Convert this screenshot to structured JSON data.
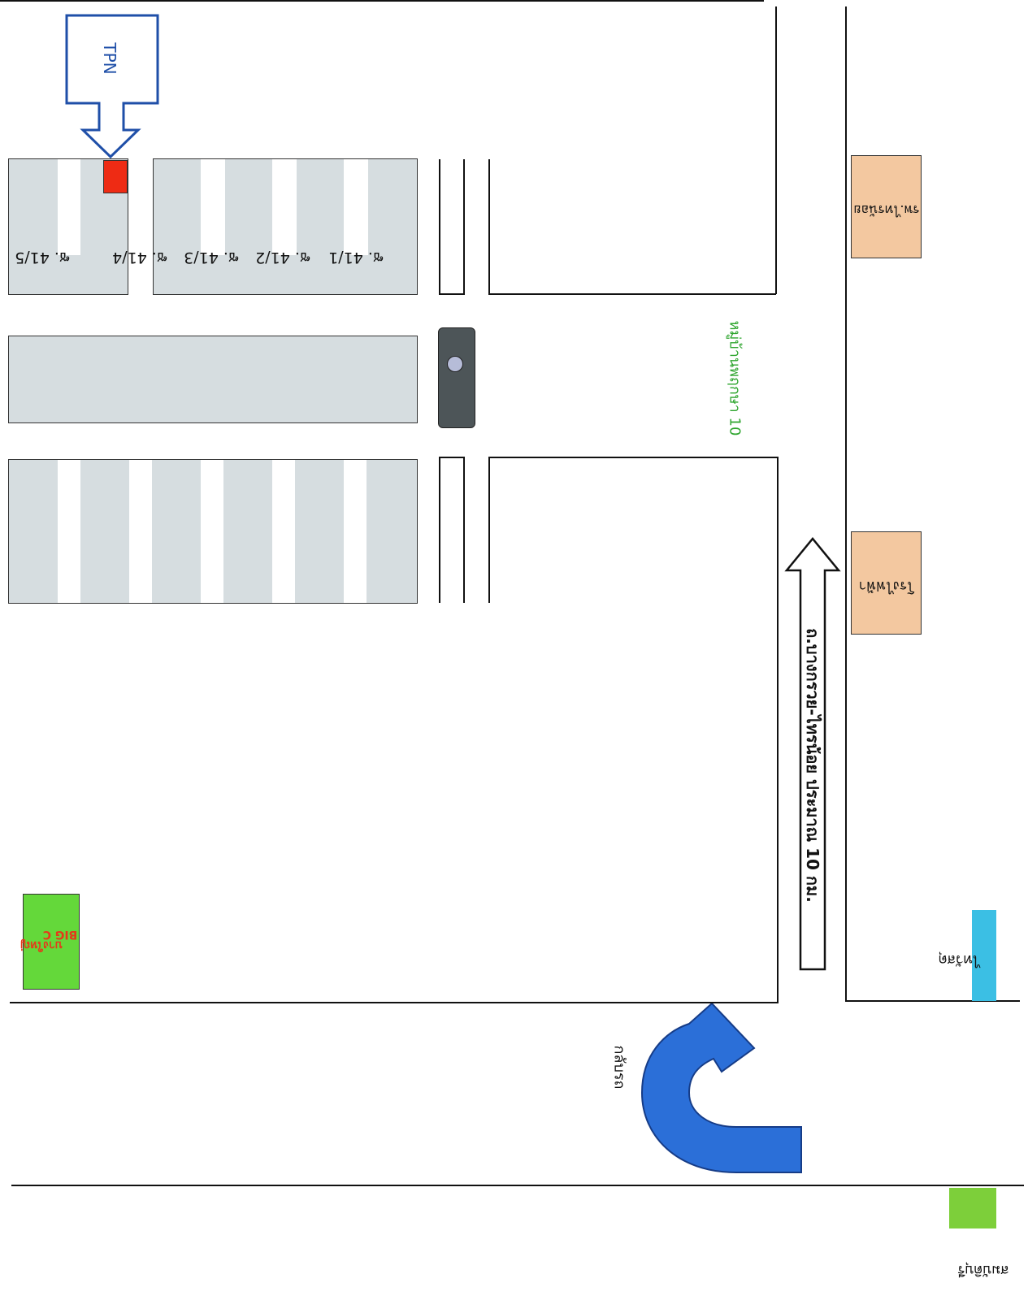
{
  "map": {
    "tpn_label": "TPN",
    "soi": [
      "ซ. 41/5",
      "ซ. 41/4",
      "ซ. 41/3",
      "ซ. 41/2",
      "ซ. 41/1"
    ],
    "village_label": "หมู่บ้านพฤกษา 10",
    "road_label": "ถ.บางกรวย-ไทรน้อย  ประมาณ 10 กม.",
    "uturn_label": "กลับรถ",
    "poi": {
      "hospital": "รพ.ไทรน้อย",
      "power_plant": "โรงไฟฟ้า",
      "thai_rat": "ไทวัสดุ",
      "sammakhi": "สมบัติบุรี",
      "big_c": "BIG C",
      "big_c_branch": "บางใหญ่"
    },
    "colors": {
      "tpn": "#1f4fa8",
      "tpn_marker": "#ee2b14",
      "village_text": "#2ea52e",
      "poi_orange": "#f3c8a0",
      "poi_cyan": "#3bbfe4",
      "poi_green": "#7dcf3a",
      "big_c_bg": "#64d83a",
      "big_c_text": "#e43a1a",
      "uturn": "#2b6fd8",
      "block": "#d6dde0"
    }
  }
}
